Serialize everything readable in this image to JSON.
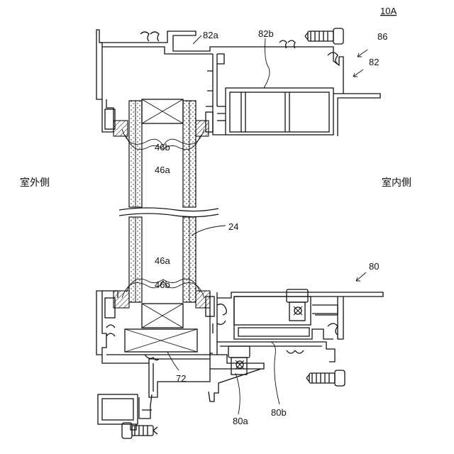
{
  "figure": {
    "id_label": "10A",
    "outdoor_label": "室外側",
    "indoor_label": "室内側"
  },
  "labels": {
    "l86": "86",
    "l82": "82",
    "l82a": "82a",
    "l82b": "82b",
    "l46b_top": "46b",
    "l46a_top": "46a",
    "l24": "24",
    "l46a_bot": "46a",
    "l46b_bot": "46b",
    "l80": "80",
    "l72": "72",
    "l80a": "80a",
    "l80b": "80b"
  }
}
